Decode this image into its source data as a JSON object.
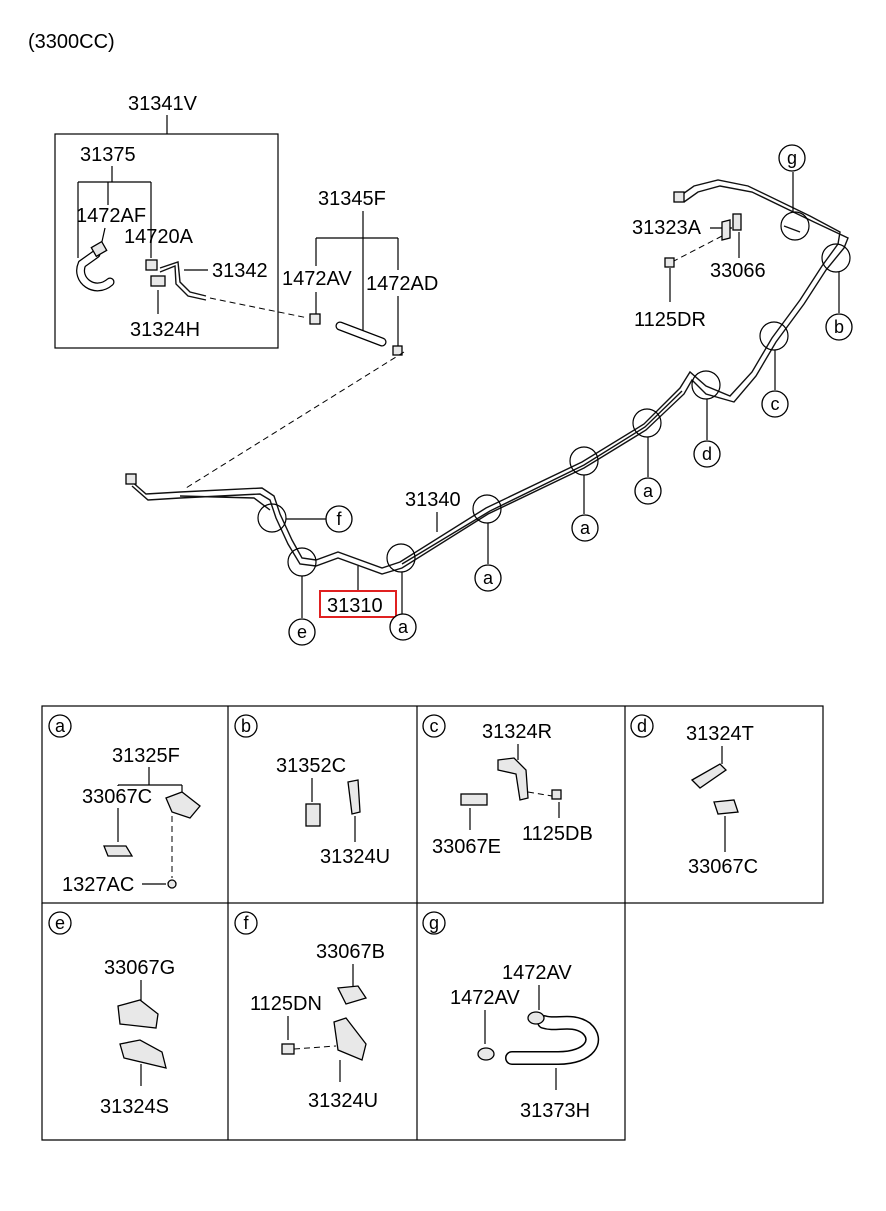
{
  "header": {
    "engine": "(3300CC)"
  },
  "assembly": {
    "kit_31341V": "31341V",
    "hose_kit_31375": "31375",
    "clamp_1472AF": "1472AF",
    "clamp_14720A": "14720A",
    "tube_31342": "31342",
    "clip_31324H": "31324H",
    "hose_kit_31345F": "31345F",
    "clamp_1472AV": "1472AV",
    "clamp_1472AD": "1472AD",
    "tube_31340": "31340",
    "tube_31310": "31310",
    "bracket_31323A": "31323A",
    "clip_33066": "33066",
    "bolt_1125DR": "1125DR"
  },
  "callouts": {
    "a": "a",
    "b": "b",
    "c": "c",
    "d": "d",
    "e": "e",
    "f": "f",
    "g": "g"
  },
  "details": {
    "a": {
      "letter": "a",
      "p1": "31325F",
      "p2": "33067C",
      "p3": "1327AC"
    },
    "b": {
      "letter": "b",
      "p1": "31352C",
      "p2": "31324U"
    },
    "c": {
      "letter": "c",
      "p1": "31324R",
      "p2": "33067E",
      "p3": "1125DB"
    },
    "d": {
      "letter": "d",
      "p1": "31324T",
      "p2": "33067C"
    },
    "e": {
      "letter": "e",
      "p1": "33067G",
      "p2": "31324S"
    },
    "f": {
      "letter": "f",
      "p1": "33067B",
      "p2": "1125DN",
      "p3": "31324U"
    },
    "g": {
      "letter": "g",
      "p1": "1472AV",
      "p2": "1472AV",
      "p3": "31373H"
    }
  }
}
